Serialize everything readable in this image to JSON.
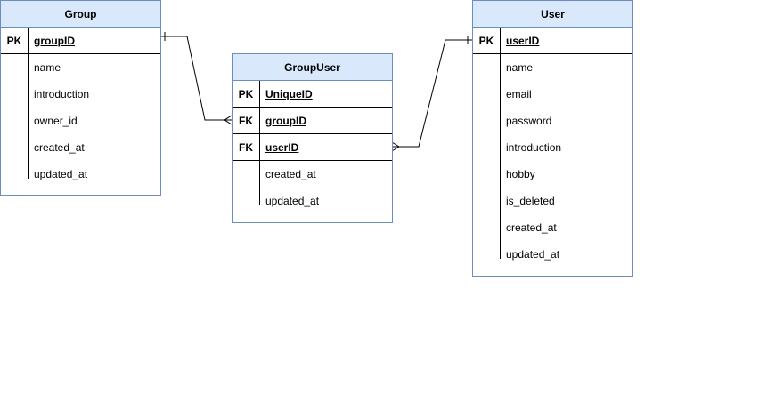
{
  "entities": {
    "group": {
      "title": "Group",
      "keys": [
        {
          "key": "PK",
          "field": "groupID"
        }
      ],
      "attributes": [
        "name",
        "introduction",
        "owner_id",
        "created_at",
        "updated_at"
      ]
    },
    "groupuser": {
      "title": "GroupUser",
      "keys": [
        {
          "key": "PK",
          "field": "UniqueID"
        },
        {
          "key": "FK",
          "field": "groupID"
        },
        {
          "key": "FK",
          "field": "userID"
        }
      ],
      "attributes": [
        "created_at",
        "updated_at"
      ]
    },
    "user": {
      "title": "User",
      "keys": [
        {
          "key": "PK",
          "field": "userID"
        }
      ],
      "attributes": [
        "name",
        "email",
        "password",
        "introduction",
        "hobby",
        "is_deleted",
        "created_at",
        "updated_at"
      ]
    }
  },
  "relationships": [
    {
      "from": "Group.groupID",
      "from_cardinality": "one",
      "to": "GroupUser.groupID",
      "to_cardinality": "many"
    },
    {
      "from": "User.userID",
      "from_cardinality": "one",
      "to": "GroupUser.userID",
      "to_cardinality": "many"
    }
  ],
  "colors": {
    "header_fill": "#dae8fc",
    "border": "#6c8ebf",
    "line": "#000000"
  }
}
